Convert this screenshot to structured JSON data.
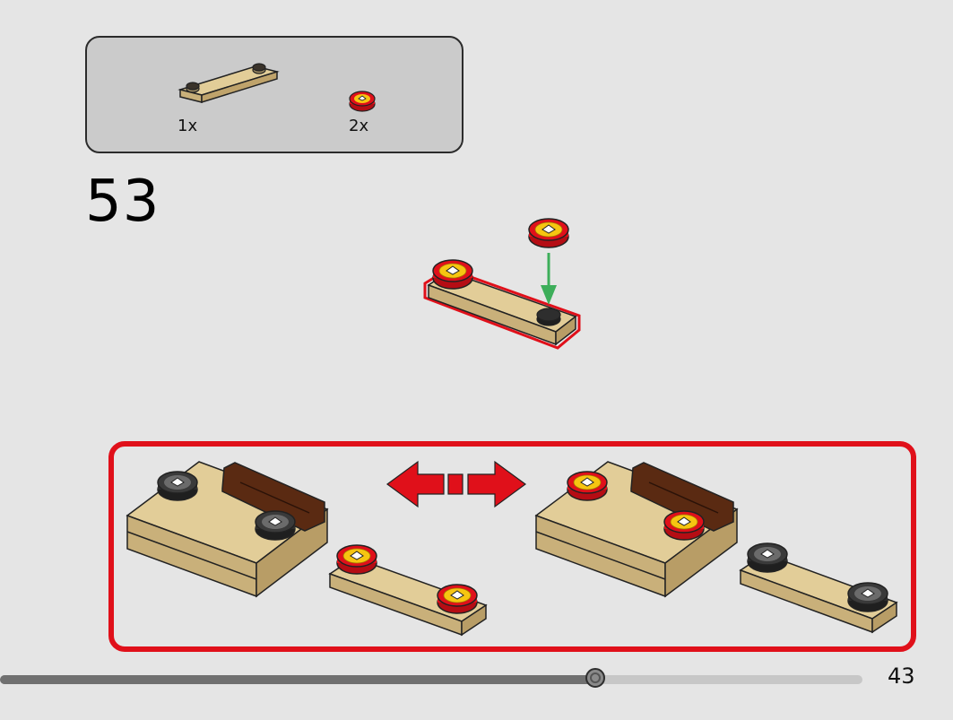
{
  "parts_list": {
    "items": [
      {
        "name": "tan-plate-1x4",
        "count": "1x"
      },
      {
        "name": "red-round-tile-printed",
        "count": "2x"
      }
    ]
  },
  "step": {
    "number": "53"
  },
  "navigation": {
    "page_number": "43",
    "progress": 0.69
  },
  "colors": {
    "tan": "#d9c38e",
    "dark_brown": "#5a2a12",
    "red": "#e0101a",
    "yellow": "#f6c511",
    "black_stud": "#2a2a2a",
    "arrow_green": "#3dae5a"
  }
}
